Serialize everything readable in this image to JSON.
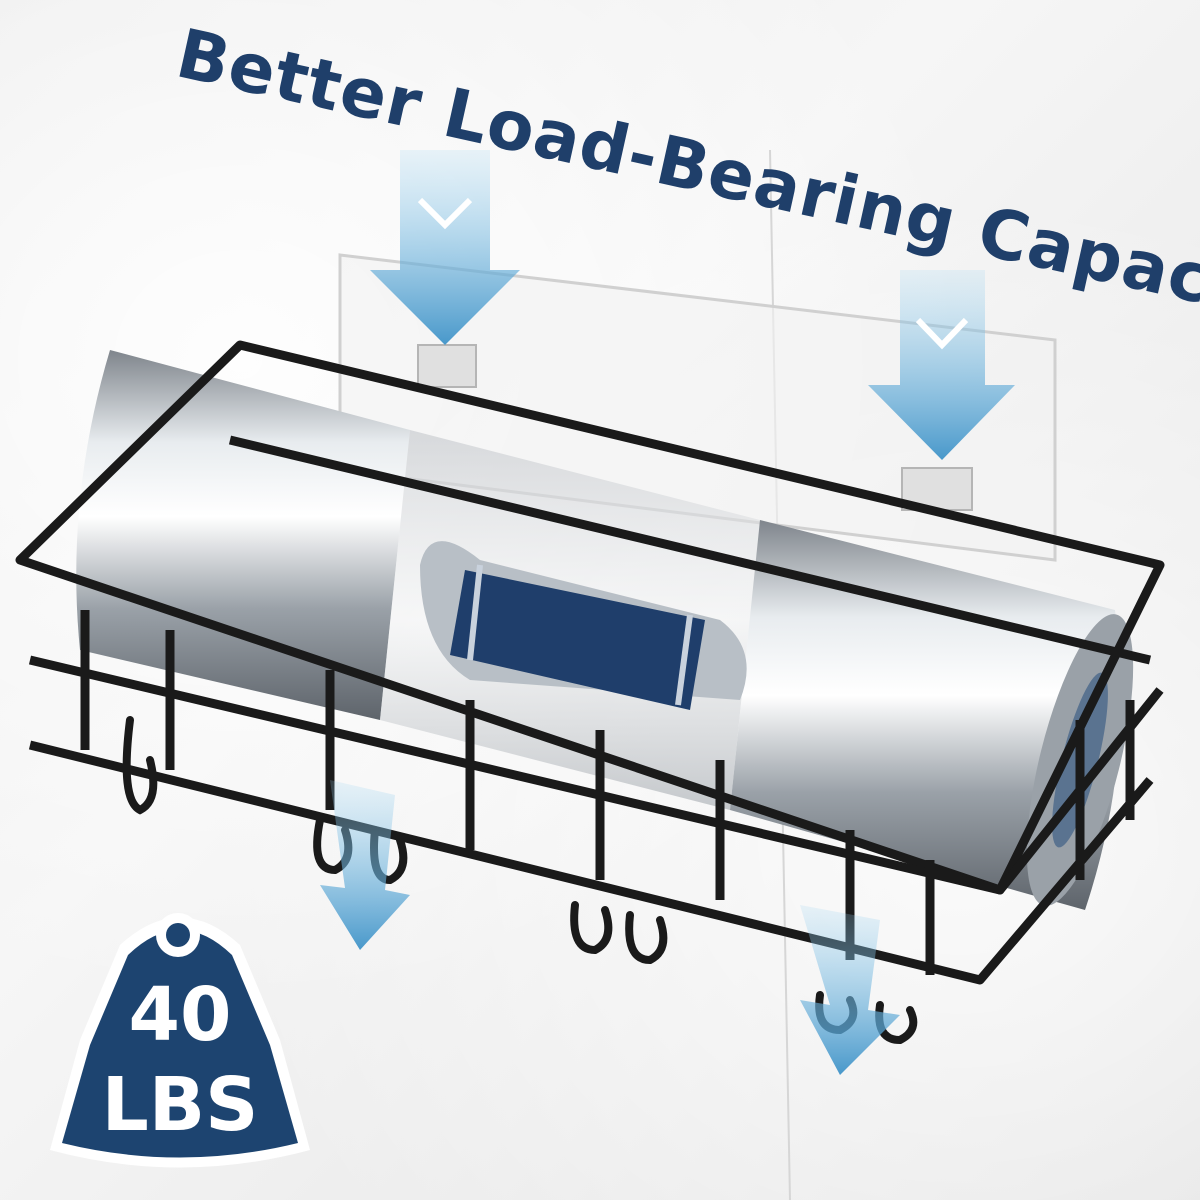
{
  "headline": "Better Load-Bearing Capacity",
  "weight_badge": {
    "value": "40",
    "unit": "LBS"
  },
  "icons": {
    "load_arrows": "down-arrow-icon",
    "weight": "weight-icon"
  },
  "colors": {
    "headline": "#1f3f6a",
    "badge": "#1d4470",
    "arrow": "#4f9fcf",
    "metal": "#b9bfc6",
    "label": "#1f3e6b"
  }
}
